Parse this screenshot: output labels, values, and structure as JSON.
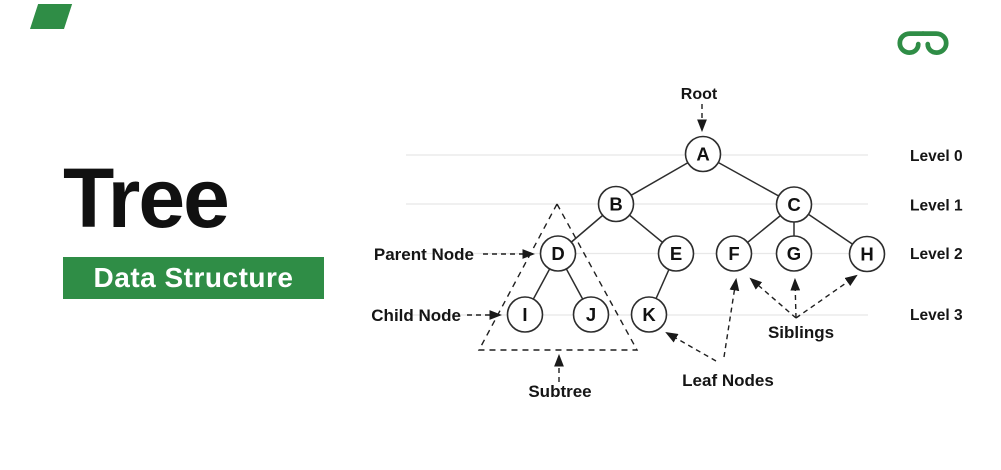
{
  "brand": {
    "logo_icon": "geeksforgeeks-logo",
    "green": "#2F8D46"
  },
  "title": {
    "heading": "Tree",
    "subtitle": "Data Structure"
  },
  "diagram": {
    "annotations": {
      "root": "Root",
      "parent_node": "Parent Node",
      "child_node": "Child Node",
      "subtree": "Subtree",
      "leaf_nodes": "Leaf Nodes",
      "siblings": "Siblings"
    },
    "levels": [
      {
        "label": "Level 0"
      },
      {
        "label": "Level 1"
      },
      {
        "label": "Level 2"
      },
      {
        "label": "Level 3"
      }
    ],
    "nodes": [
      {
        "id": "A",
        "label": "A"
      },
      {
        "id": "B",
        "label": "B"
      },
      {
        "id": "C",
        "label": "C"
      },
      {
        "id": "D",
        "label": "D"
      },
      {
        "id": "E",
        "label": "E"
      },
      {
        "id": "F",
        "label": "F"
      },
      {
        "id": "G",
        "label": "G"
      },
      {
        "id": "H",
        "label": "H"
      },
      {
        "id": "I",
        "label": "I"
      },
      {
        "id": "J",
        "label": "J"
      },
      {
        "id": "K",
        "label": "K"
      }
    ],
    "edges": [
      [
        "A",
        "B"
      ],
      [
        "A",
        "C"
      ],
      [
        "B",
        "D"
      ],
      [
        "B",
        "E"
      ],
      [
        "C",
        "F"
      ],
      [
        "C",
        "G"
      ],
      [
        "C",
        "H"
      ],
      [
        "D",
        "I"
      ],
      [
        "D",
        "J"
      ],
      [
        "E",
        "K"
      ]
    ]
  }
}
